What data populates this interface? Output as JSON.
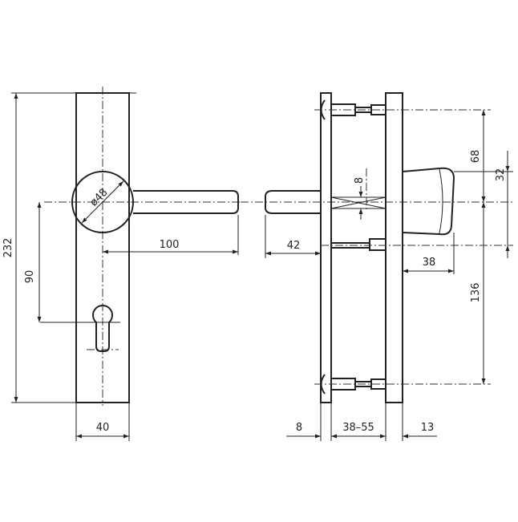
{
  "front_view": {
    "dims": {
      "height": "232",
      "keyhole_offset": "90",
      "rosette_diameter": "ø48",
      "lever_length": "100",
      "width": "40"
    }
  },
  "side_view": {
    "dims": {
      "top_screw": "68",
      "cylinder_guard_top": "32",
      "square_spindle": "8",
      "lever_depth": "42",
      "cylinder_guard_depth": "38",
      "bottom_screw": "136",
      "plate_thickness": "8",
      "door_thickness": "38–55",
      "guard_plate_thickness": "13"
    }
  }
}
